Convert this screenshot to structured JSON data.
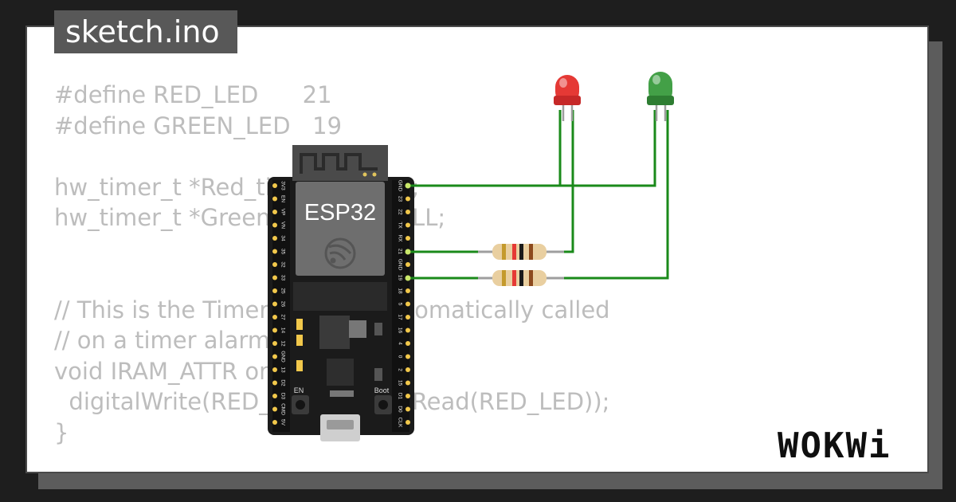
{
  "file_tab": {
    "title": "sketch.ino"
  },
  "code": {
    "lines": [
      "#define RED_LED      21",
      "#define GREEN_LED   19",
      "",
      "hw_timer_t *Red_timer = NULL;",
      "hw_timer_t *Green_timer = NULL;",
      "",
      "",
      "// This is the Timer ISR. It is automatically called",
      "// on a timer alarm event.",
      "void IRAM_ATTR onTimer(){",
      "  digitalWrite(RED_LED, !digitalRead(RED_LED));",
      "}"
    ]
  },
  "board": {
    "label": "ESP32",
    "left_pins": [
      "3V3",
      "EN",
      "VP",
      "VN",
      "34",
      "35",
      "32",
      "33",
      "25",
      "26",
      "27",
      "14",
      "12",
      "GND",
      "13",
      "D2",
      "D3",
      "CMD",
      "5V"
    ],
    "right_pins": [
      "GND",
      "23",
      "22",
      "TX",
      "RX",
      "21",
      "GND",
      "19",
      "18",
      "5",
      "17",
      "16",
      "4",
      "0",
      "2",
      "15",
      "D1",
      "D0",
      "CLK"
    ],
    "en_label": "EN",
    "boot_label": "Boot"
  },
  "components": {
    "red_led_color": "#e53935",
    "green_led_color": "#43a047",
    "wire_color": "#1a8a1a"
  },
  "brand": {
    "logo": "WOKWi"
  }
}
